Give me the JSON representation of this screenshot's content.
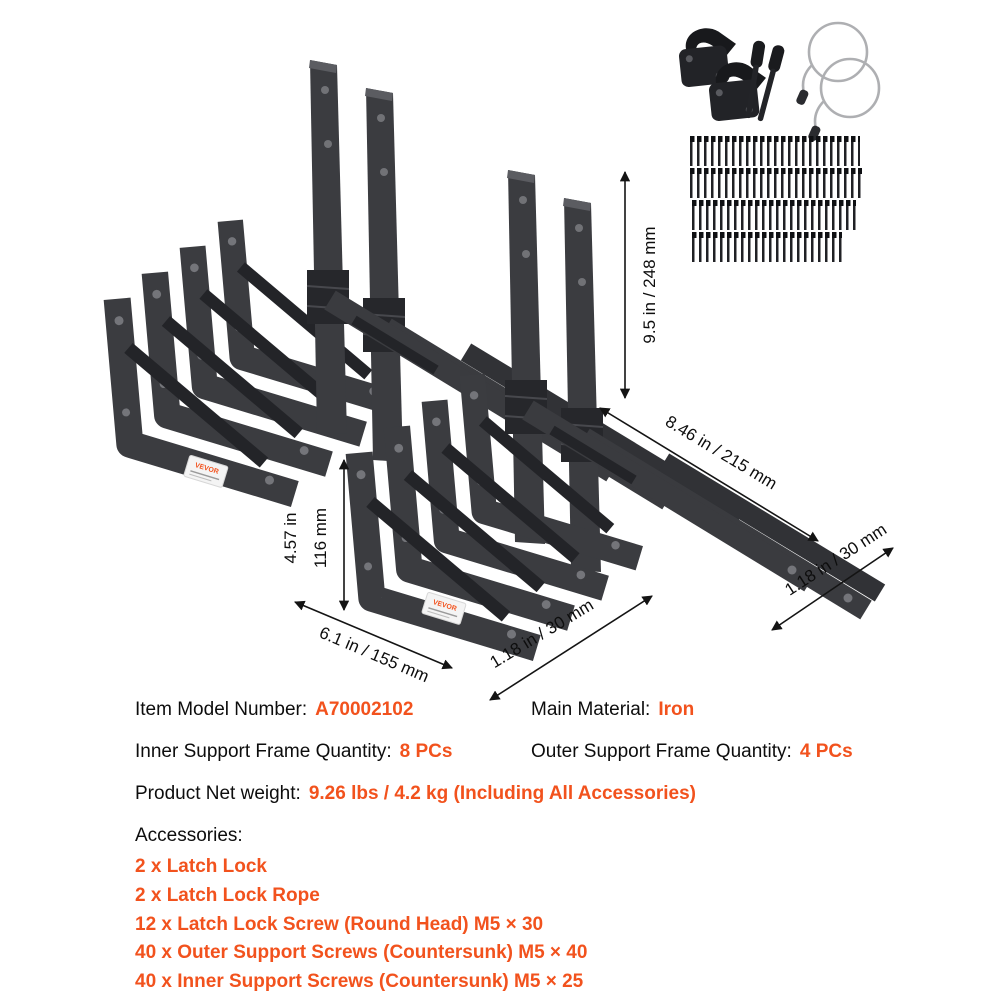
{
  "brand": "VEVOR",
  "colors": {
    "accent": "#F2521D",
    "metal": "#3B3C40",
    "metal_dark": "#26272B",
    "text": "#0D0D0D",
    "background": "#FFFFFF"
  },
  "icons": {
    "latch_lock": "latch-lock-icon",
    "latch_pin": "latch-pin-icon",
    "latch_rope": "cable-loop-icon",
    "screws": "screw-row-icon"
  },
  "dimensions": {
    "outer_height": "9.5 in / 248 mm",
    "outer_arm_length": "8.46 in / 215 mm",
    "outer_width": "1.18 in / 30 mm",
    "inner_height_in": "4.57 in",
    "inner_height_mm": "116 mm",
    "inner_length": "6.1 in / 155 mm",
    "inner_width": "1.18 in / 30 mm"
  },
  "specs": {
    "model": {
      "label": "Item Model Number:",
      "value": "A70002102"
    },
    "material": {
      "label": "Main Material:",
      "value": "Iron"
    },
    "inner_qty": {
      "label": "Inner Support Frame Quantity:",
      "value": "8 PCs"
    },
    "outer_qty": {
      "label": "Outer Support Frame Quantity:",
      "value": "4 PCs"
    },
    "weight": {
      "label": "Product Net weight:",
      "value": "9.26 lbs / 4.2 kg (Including All Accessories)"
    },
    "accessories_label": "Accessories:",
    "accessories": [
      "2 x Latch Lock",
      "2 x Latch Lock Rope",
      "12 x Latch Lock Screw (Round Head) M5 × 30",
      "40 x Outer Support Screws (Countersunk) M5 × 40",
      "40 x Inner Support Screws (Countersunk) M5 × 25"
    ]
  }
}
